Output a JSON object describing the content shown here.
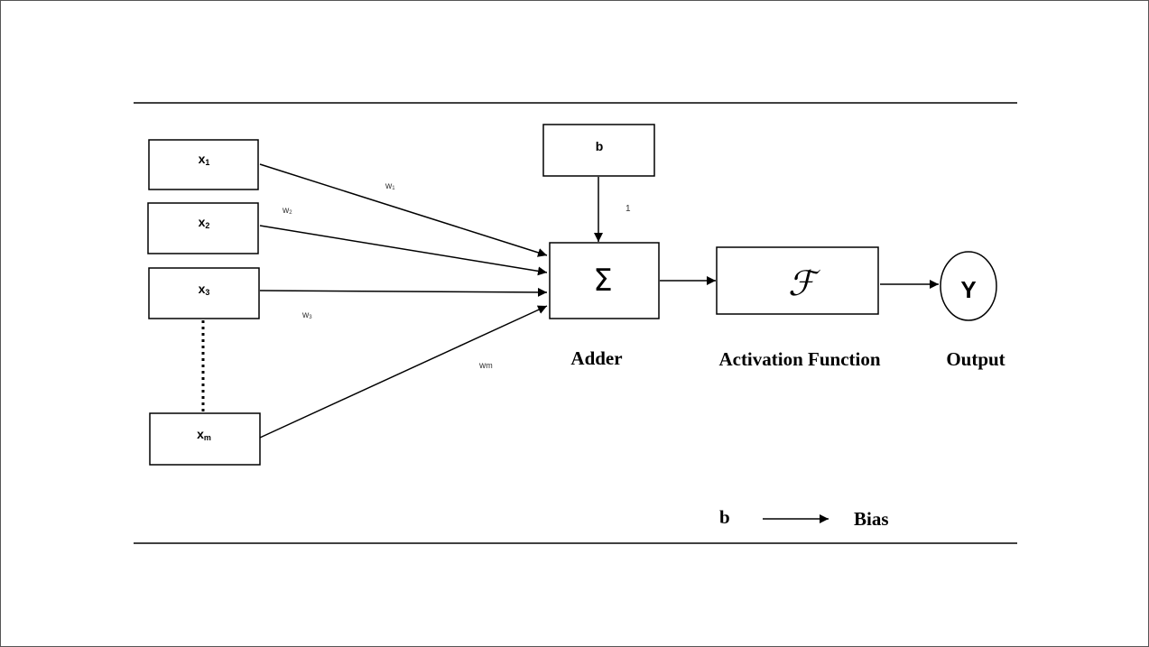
{
  "inputs": [
    {
      "base": "x",
      "sub": "1"
    },
    {
      "base": "x",
      "sub": "2"
    },
    {
      "base": "x",
      "sub": "3"
    },
    {
      "base": "x",
      "sub": "m"
    }
  ],
  "weights": [
    {
      "base": "w",
      "sub": "1"
    },
    {
      "base": "w",
      "sub": "2"
    },
    {
      "base": "w",
      "sub": "3"
    },
    {
      "base": "w",
      "sub": "m"
    }
  ],
  "bias_box": {
    "label": "b",
    "edge_label": "1"
  },
  "adder": {
    "symbol": "Σ",
    "caption": "Adder"
  },
  "activation": {
    "symbol": "ℱ",
    "caption": "Activation Function"
  },
  "output": {
    "symbol": "Y",
    "caption": "Output"
  },
  "legend": {
    "symbol": "b",
    "meaning": "Bias"
  },
  "colors": {
    "line": "#000000",
    "frame": "#555555",
    "background": "#ffffff"
  }
}
